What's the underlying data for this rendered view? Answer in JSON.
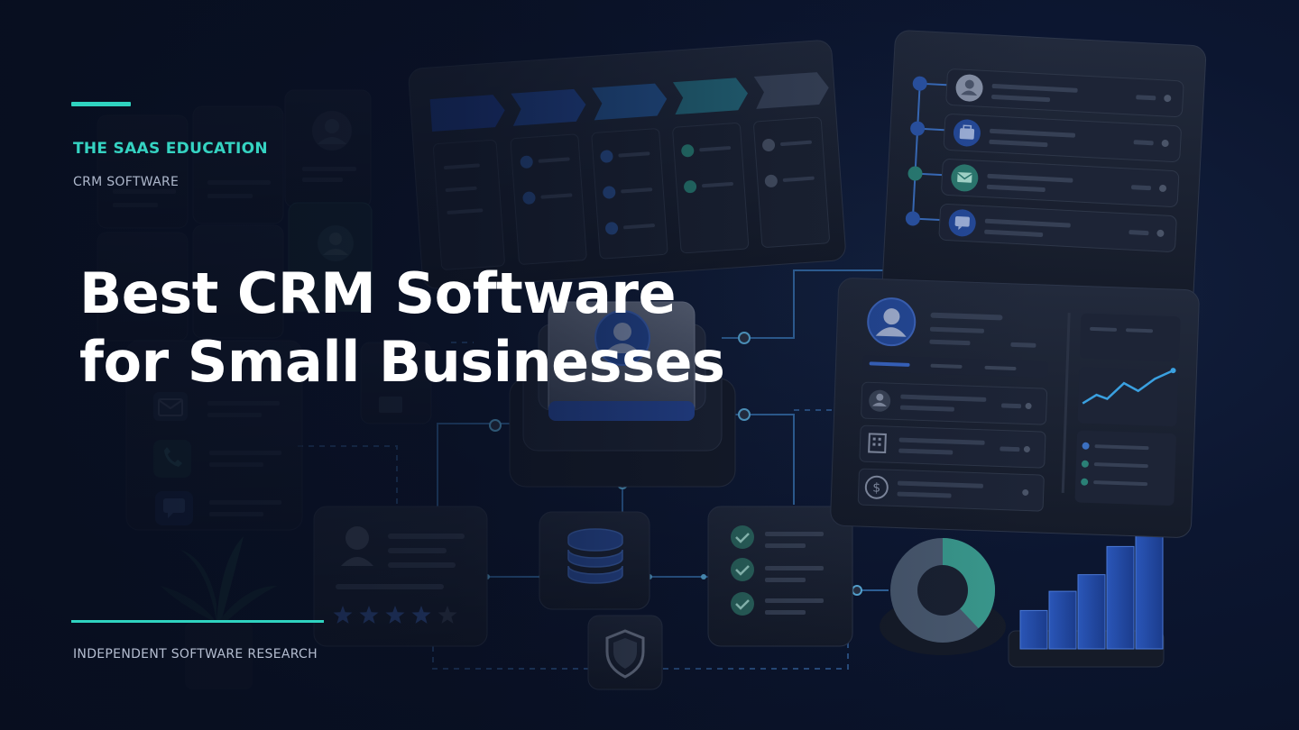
{
  "header": {
    "brand": "THE SAAS EDUCATION",
    "category": "CRM SOFTWARE"
  },
  "hero": {
    "title_line1": "Best CRM Software",
    "title_line2": "for Small Businesses"
  },
  "footer": {
    "tagline": "INDEPENDENT SOFTWARE RESEARCH"
  },
  "colors": {
    "accent": "#2fd3c0",
    "title": "#ffffff",
    "background": "#0b1428",
    "panel": "#1b2233",
    "blue": "#2b4fa8",
    "teal": "#2c8c86"
  },
  "illustration": {
    "rating_stars": 5,
    "rating_filled": 4,
    "donut_share_teal": 0.38,
    "bar_heights": [
      0.3,
      0.45,
      0.58,
      0.8,
      1.0
    ],
    "icons": [
      "user-icon",
      "briefcase-icon",
      "mail-icon",
      "chat-icon",
      "building-icon",
      "dollar-icon",
      "phone-icon",
      "database-icon",
      "shield-icon",
      "check-icon",
      "plant-icon"
    ]
  }
}
